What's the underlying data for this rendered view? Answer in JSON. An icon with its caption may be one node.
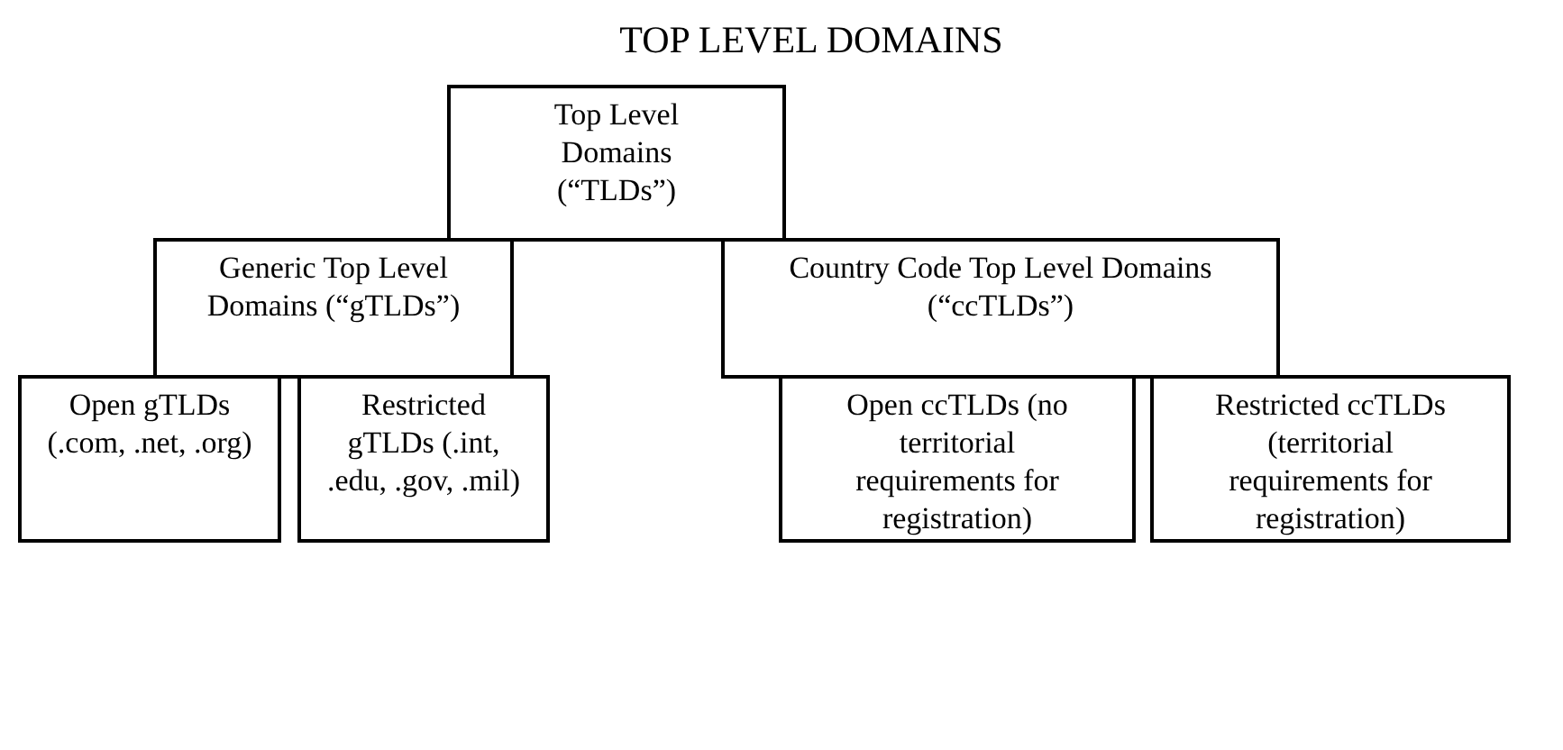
{
  "diagram": {
    "title": "TOP LEVEL DOMAINS",
    "nodes": [
      {
        "text": [
          "Top Level Domains (“TLDs”)"
        ]
      },
      {
        "text": [
          "Generic Top Level Domains (“gTLDs”)"
        ]
      },
      {
        "text": [
          "Country Code Top Level Domains (“ccTLDs”)"
        ]
      },
      {
        "text": [
          "Open gTLDs (.com, .net, .org)"
        ]
      },
      {
        "text": [
          "Restricted gTLDs (.int, .edu, .gov, .mil)"
        ]
      },
      {
        "text": [
          "Open ccTLDs (no territorial requirements for registration)"
        ]
      },
      {
        "text": [
          "Restricted ccTLDs (territorial requirements for registration)"
        ]
      }
    ]
  }
}
